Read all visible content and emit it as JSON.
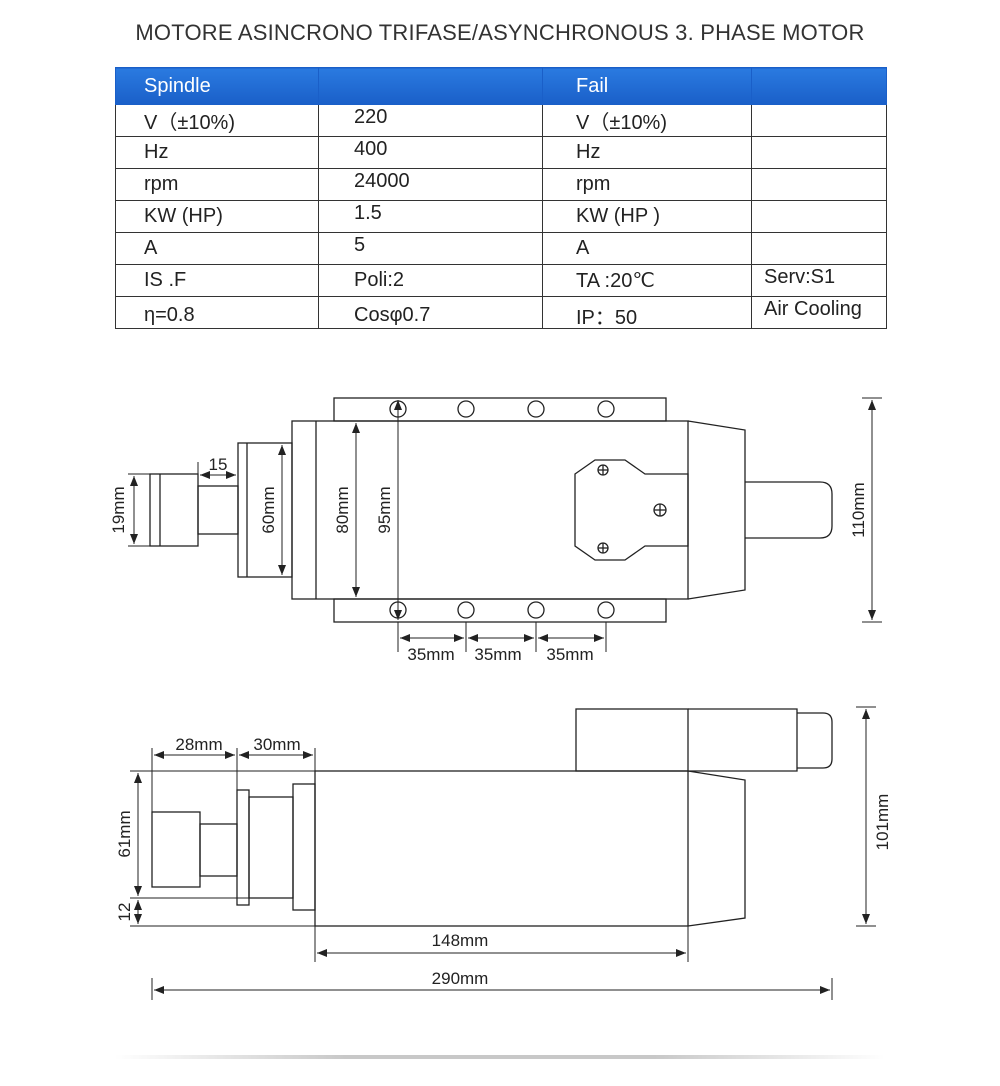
{
  "title": "MOTORE ASINCRONO TRIFASE/ASYNCHRONOUS 3. PHASE MOTOR",
  "table": {
    "header": [
      "Spindle",
      "",
      "Fail",
      ""
    ],
    "rows": [
      [
        "V（±10%)",
        "220",
        "V（±10%)",
        ""
      ],
      [
        "Hz",
        "400",
        "Hz",
        ""
      ],
      [
        "rpm",
        "24000",
        "rpm",
        ""
      ],
      [
        "KW (HP)",
        "1.5",
        "KW (HP )",
        ""
      ],
      [
        "A",
        "5",
        "A",
        ""
      ],
      [
        "IS .F",
        "Poli:2",
        "TA :20℃",
        "Serv:S1"
      ],
      [
        "η=0.8",
        "Cosφ0.7",
        "IP：50",
        "Air Cooling"
      ]
    ]
  },
  "top_view": {
    "dim_left": "19mm",
    "dim_nose": "15",
    "dim_collar": "60mm",
    "dim_body": "80mm",
    "dim_holes": "95mm",
    "dim_spacing": [
      "35mm",
      "35mm",
      "35mm"
    ],
    "dim_height": "110mm"
  },
  "side_view": {
    "dim_nose": "28mm",
    "dim_collar": "30mm",
    "dim_shaft": "61mm",
    "dim_bottom": "12",
    "dim_body": "148mm",
    "dim_total": "290mm",
    "dim_height": "101mm"
  },
  "colors": {
    "header_bg": "#1f6ad3",
    "header_text": "#ffffff",
    "line": "#222222"
  }
}
